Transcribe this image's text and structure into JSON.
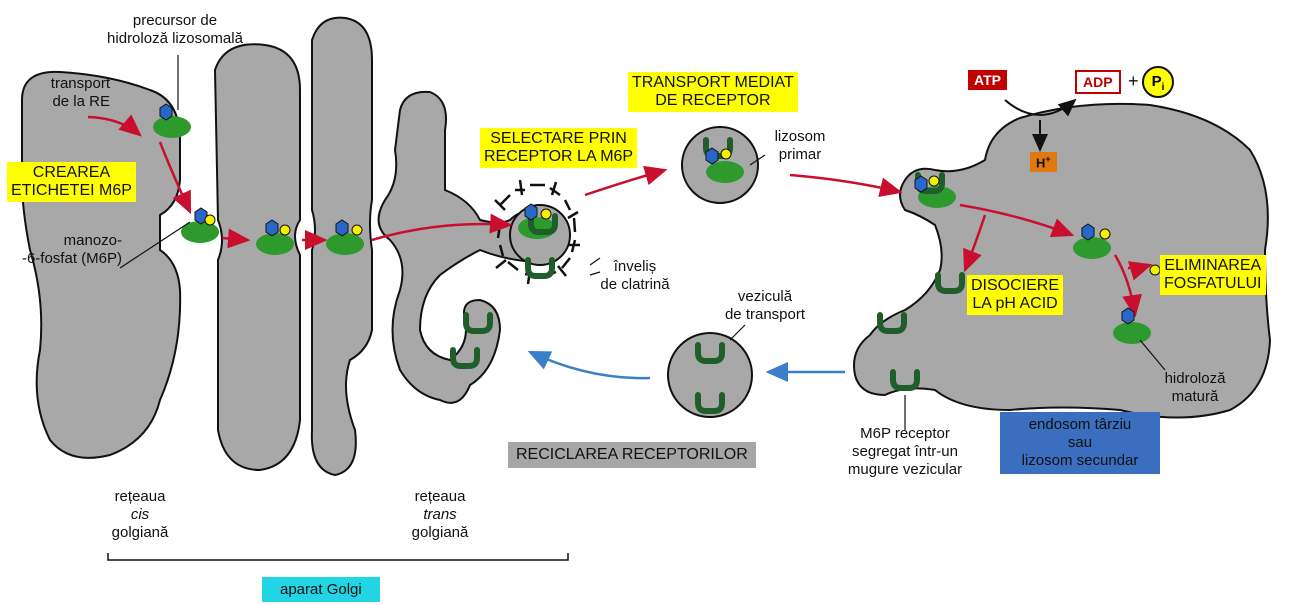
{
  "labels": {
    "precursor": [
      "precursor de",
      "hidroloză lizosomală"
    ],
    "transport_re": [
      "transport",
      "de la RE"
    ],
    "creation": [
      "CREAREA",
      "ETICHETEI M6P"
    ],
    "manose": [
      "manozo-",
      "-6-fosfat (M6P)"
    ],
    "selection": [
      "SELECTARE PRIN",
      "RECEPTOR LA M6P"
    ],
    "receptor_transport": [
      "TRANSPORT MEDIAT",
      "DE RECEPTOR"
    ],
    "lysosome_primary": [
      "lizosom",
      "primar"
    ],
    "clathrin": [
      "înveliș",
      "de clatrină"
    ],
    "vesicle": [
      "veziculă",
      "de transport"
    ],
    "dissociation": [
      "DISOCIERE",
      "LA pH ACID"
    ],
    "phosphate_removal": [
      "ELIMINAREA",
      "FOSFATULUI"
    ],
    "mature_hydrolase": [
      "hidroloză",
      "matură"
    ],
    "late_endosome": [
      "endosom târziu",
      "sau",
      "lizosom secundar"
    ],
    "m6p_receptor": [
      "M6P receptor",
      "segregat într-un",
      "mugure vezicular"
    ],
    "recycling": "RECICLAREA RECEPTORILOR",
    "cis": [
      "rețeaua",
      "cis",
      "golgiană"
    ],
    "trans": [
      "rețeaua",
      "trans",
      "golgiană"
    ],
    "golgi": "aparat Golgi",
    "atp": "ATP",
    "adp": "ADP",
    "plus": "+",
    "pi_base": "P",
    "pi_sub": "i",
    "hplus_base": "H",
    "hplus_sup": "+"
  },
  "colors": {
    "membrane_fill": "#a8a8a8",
    "protein_green": "#2e9a2e",
    "receptor_dark_green": "#1f5e2a",
    "arrow_red": "#c8102e",
    "arrow_blue": "#3a7fc8",
    "highlight_yellow": "#ffff00",
    "atp_red": "#c00000",
    "hplus_orange": "#e07a10",
    "mannose_blue": "#2a66c8",
    "phosphate_yellow": "#f5f000"
  }
}
